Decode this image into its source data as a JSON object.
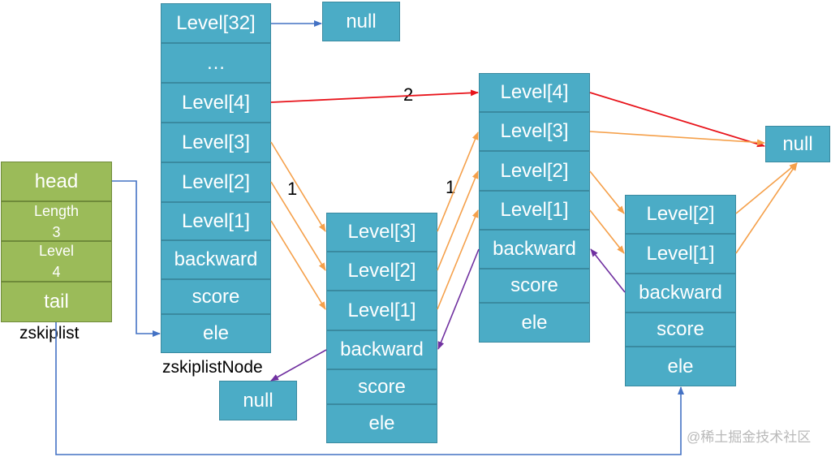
{
  "zskiplist": {
    "head": "head",
    "length_label": "Length",
    "length_value": "3",
    "level_label": "Level",
    "level_value": "4",
    "tail": "tail",
    "caption": "zskiplist"
  },
  "header_node": {
    "level32": "Level[32]",
    "ellipsis": "…",
    "level4": "Level[4]",
    "level3": "Level[3]",
    "level2": "Level[2]",
    "level1": "Level[1]",
    "backward": "backward",
    "score": "score",
    "ele": "ele",
    "caption": "zskiplistNode"
  },
  "node1": {
    "level3": "Level[3]",
    "level2": "Level[2]",
    "level1": "Level[1]",
    "backward": "backward",
    "score": "score",
    "ele": "ele"
  },
  "node2": {
    "level4": "Level[4]",
    "level3": "Level[3]",
    "level2": "Level[2]",
    "level1": "Level[1]",
    "backward": "backward",
    "score": "score",
    "ele": "ele"
  },
  "node3": {
    "level2": "Level[2]",
    "level1": "Level[1]",
    "backward": "backward",
    "score": "score",
    "ele": "ele"
  },
  "nulls": {
    "top": "null",
    "bottom": "null",
    "right": "null"
  },
  "span_labels": {
    "span_2": "2",
    "span_1_left": "1",
    "span_1_right": "1"
  },
  "watermark": "@稀土掘金技术社区",
  "colors": {
    "node_fill": "#4bacc6",
    "zskiplist_fill": "#9bbb59",
    "arrow_blue": "#4472c4",
    "arrow_red": "#e8141b",
    "arrow_orange": "#f5a04a",
    "arrow_purple": "#7030a0"
  }
}
